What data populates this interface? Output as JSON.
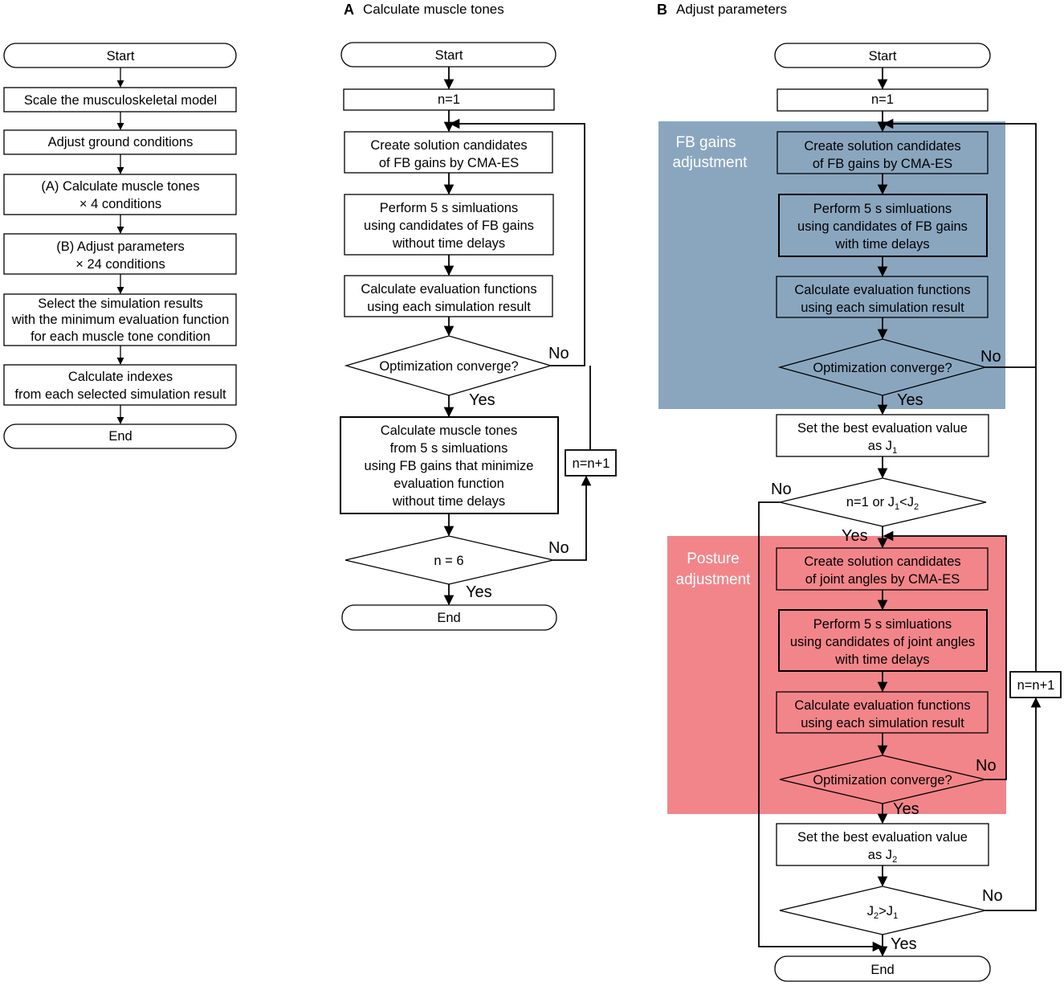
{
  "colors": {
    "fb_region": "#8aa6bf",
    "posture_region": "#f2858a",
    "stroke": "#000000",
    "region_text": "#ffffff"
  },
  "panel_a": {
    "letter": "A",
    "title": "Calculate muscle tones"
  },
  "panel_b": {
    "letter": "B",
    "title": "Adjust parameters"
  },
  "regions": {
    "fb_line1": "FB gains",
    "fb_line2": "adjustment",
    "posture_line1": "Posture",
    "posture_line2": "adjustment"
  },
  "overview": {
    "start": "Start",
    "scale": "Scale the musculoskeletal model",
    "ground": "Adjust ground conditions",
    "muscle_l1": "(A) Calculate muscle tones",
    "muscle_l2": "× 4 conditions",
    "adjust_l1": "(B) Adjust parameters",
    "adjust_l2": "× 24 conditions",
    "select_l1": "Select the simulation results",
    "select_l2": "with the minimum evaluation function",
    "select_l3": "for each muscle tone condition",
    "indexes_l1": "Calculate indexes",
    "indexes_l2": "from each selected simulation result",
    "end": "End"
  },
  "a": {
    "start": "Start",
    "n1": "n=1",
    "create_l1": "Create solution candidates",
    "create_l2": "of FB gains by CMA-ES",
    "perform_l1": "Perform 5 s simluations",
    "perform_l2": "using candidates of FB gains",
    "perform_l3": "without time delays",
    "calc_l1": "Calculate evaluation functions",
    "calc_l2": "using each simulation result",
    "converge": "Optimization converge?",
    "no1": "No",
    "yes1": "Yes",
    "tones_l1": "Calculate muscle tones",
    "tones_l2": "from 5 s simluations",
    "tones_l3": "using FB gains that minimize",
    "tones_l4": "evaluation function",
    "tones_l5": "without time delays",
    "incr": "n=n+1",
    "n6": "n = 6",
    "no2": "No",
    "yes2": "Yes",
    "end": "End"
  },
  "b": {
    "start": "Start",
    "n1": "n=1",
    "create1_l1": "Create solution candidates",
    "create1_l2": "of FB gains by CMA-ES",
    "perform1_l1": "Perform 5 s simluations",
    "perform1_l2": "using candidates of FB gains",
    "perform1_l3": "with time delays",
    "calc1_l1": "Calculate evaluation functions",
    "calc1_l2": "using each simulation result",
    "converge1": "Optimization converge?",
    "no1": "No",
    "yes1": "Yes",
    "best1_l1": "Set the best evaluation value",
    "best1_l2_main": "as J",
    "best1_l2_sub": "1",
    "cond_a": "n=1 or J",
    "cond_sub1": "1",
    "cond_b": "<J",
    "cond_sub2": "2",
    "no2": "No",
    "yes2": "Yes",
    "create2_l1": "Create solution candidates",
    "create2_l2": "of joint angles by CMA-ES",
    "perform2_l1": "Perform 5 s simluations",
    "perform2_l2": "using candidates of joint angles",
    "perform2_l3": "with time delays",
    "calc2_l1": "Calculate evaluation functions",
    "calc2_l2": "using each simulation result",
    "converge2": "Optimization converge?",
    "no3": "No",
    "yes3": "Yes",
    "best2_l1": "Set the best evaluation value",
    "best2_l2_main": "as J",
    "best2_l2_sub": "2",
    "comp_a": "J",
    "comp_sub1": "2",
    "comp_b": ">J",
    "comp_sub2": "1",
    "no4": "No",
    "yes4": "Yes",
    "incr": "n=n+1",
    "end": "End"
  }
}
